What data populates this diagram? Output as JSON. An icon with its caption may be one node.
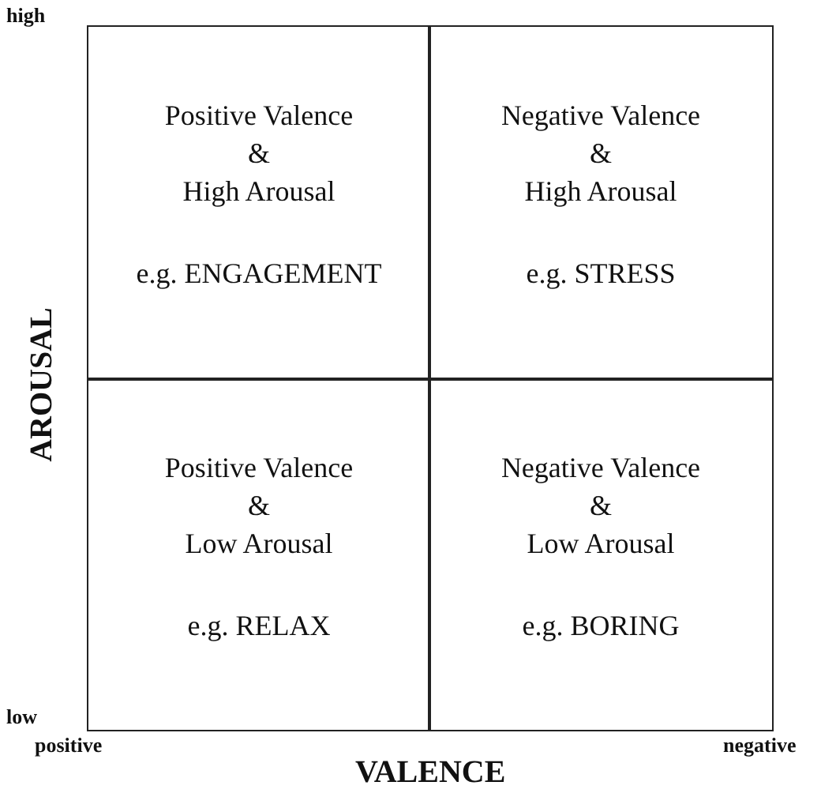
{
  "diagram": {
    "nodes": [
      {
        "text": [
          "Positive Valence",
          "&",
          "High Arousal",
          "e.g. ENGAGEMENT"
        ]
      },
      {
        "text": [
          "Negative Valence",
          "&",
          "High Arousal",
          "e.g. STRESS"
        ]
      },
      {
        "text": [
          "Positive Valence",
          "&",
          "Low Arousal",
          "e.g. RELAX"
        ]
      },
      {
        "text": [
          "Negative Valence",
          "&",
          "Low Arousal",
          "e.g. BORING"
        ]
      }
    ],
    "labels": [
      "high",
      "AROUSAL",
      "low",
      "positive",
      "negative",
      "VALENCE"
    ]
  }
}
